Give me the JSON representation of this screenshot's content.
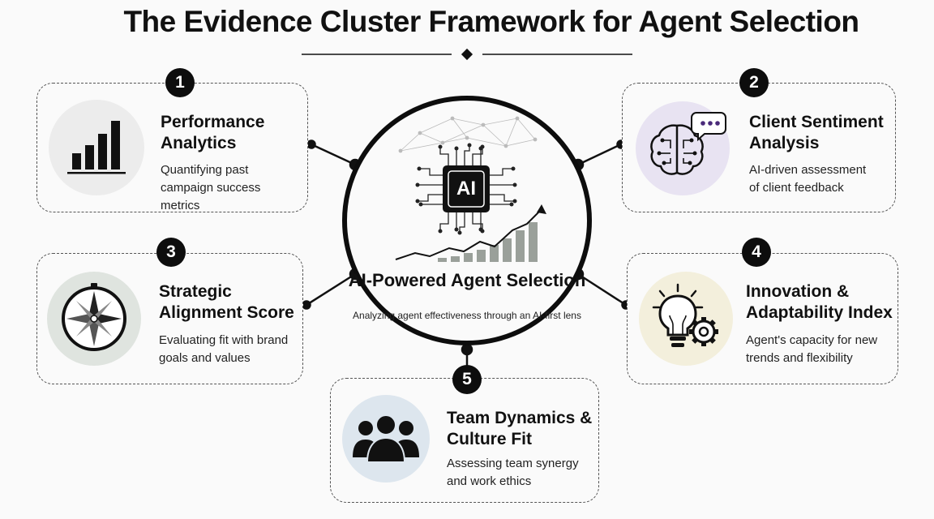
{
  "title": "The Evidence Cluster Framework for Agent Selection",
  "center": {
    "chip_label": "AI",
    "title": "AI-Powered Agent Selection",
    "subtitle": "Analyzing agent effectiveness through an AI-first lens"
  },
  "clusters": [
    {
      "number": "1",
      "title": "Performance Analytics",
      "description": "Quantifying past campaign success metrics",
      "icon": "bar-chart-icon",
      "icon_bg": "#ececec"
    },
    {
      "number": "2",
      "title": "Client Sentiment Analysis",
      "description": "AI-driven assessment of client feedback",
      "icon": "brain-chat-icon",
      "icon_bg": "#e8e3f2"
    },
    {
      "number": "3",
      "title": "Strategic Alignment Score",
      "description": "Evaluating fit with brand goals and values",
      "icon": "compass-icon",
      "icon_bg": "#dfe4df"
    },
    {
      "number": "4",
      "title": "Innovation & Adaptability Index",
      "description": "Agent's capacity for new trends and flexibility",
      "icon": "lightbulb-gear-icon",
      "icon_bg": "#f3efdc"
    },
    {
      "number": "5",
      "title": "Team Dynamics & Culture Fit",
      "description": "Assessing team synergy and work ethics",
      "icon": "team-icon",
      "icon_bg": "#dde6ee"
    }
  ]
}
